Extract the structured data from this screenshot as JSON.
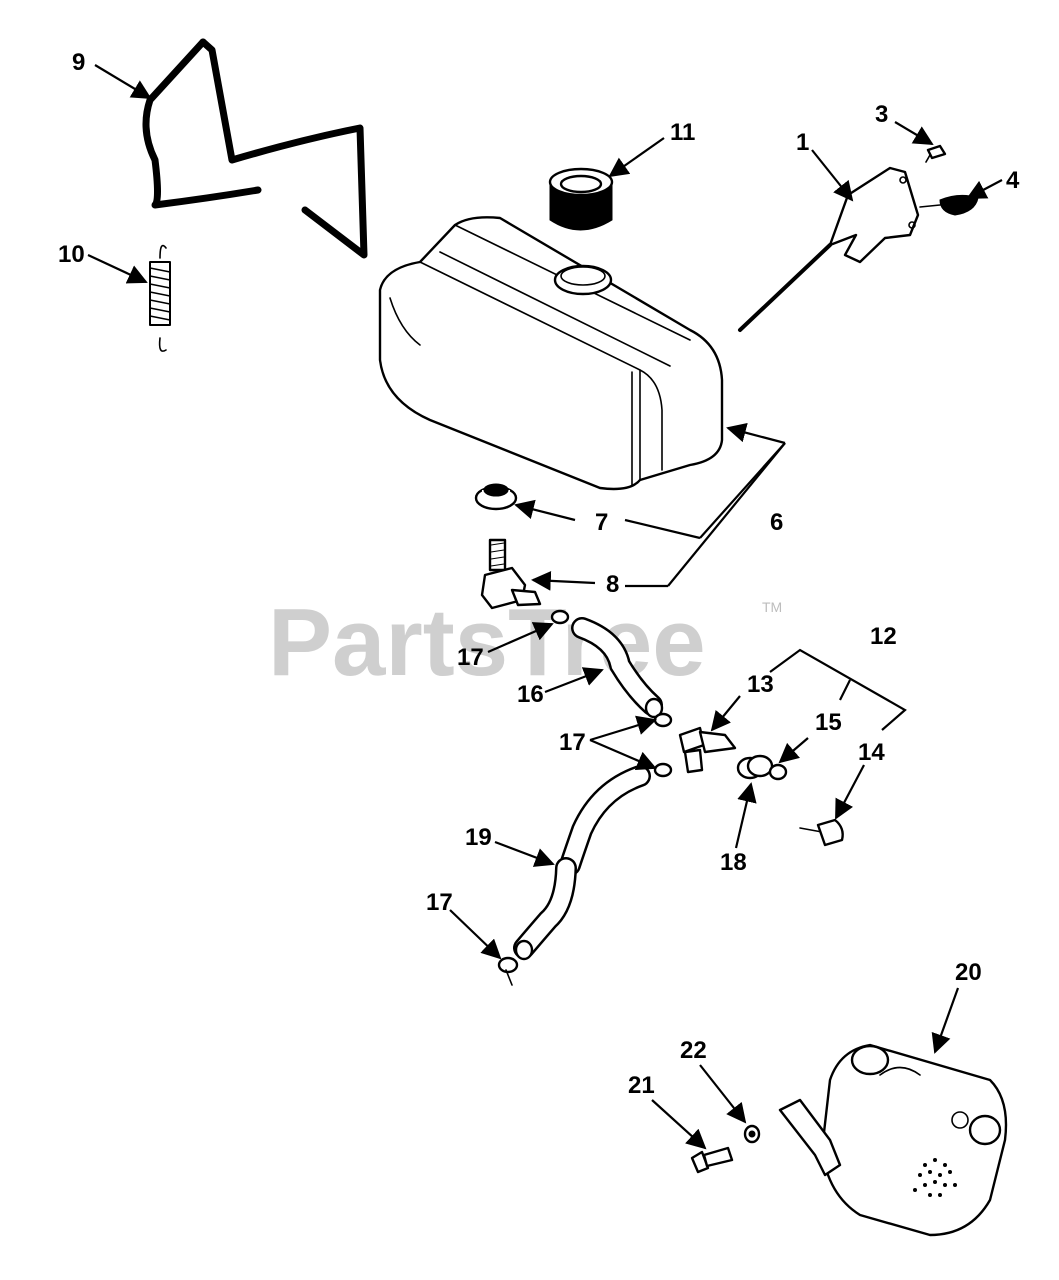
{
  "watermark": {
    "text": "PartsTree",
    "tm": "TM",
    "color": "#cfcfcf"
  },
  "callouts": {
    "c1": "1",
    "c3": "3",
    "c4": "4",
    "c6": "6",
    "c7": "7",
    "c8": "8",
    "c9": "9",
    "c10": "10",
    "c11": "11",
    "c12": "12",
    "c13": "13",
    "c14": "14",
    "c15": "15",
    "c16": "16",
    "c17a": "17",
    "c17b": "17",
    "c17c": "17",
    "c18": "18",
    "c19": "19",
    "c20": "20",
    "c21": "21",
    "c22": "22"
  }
}
